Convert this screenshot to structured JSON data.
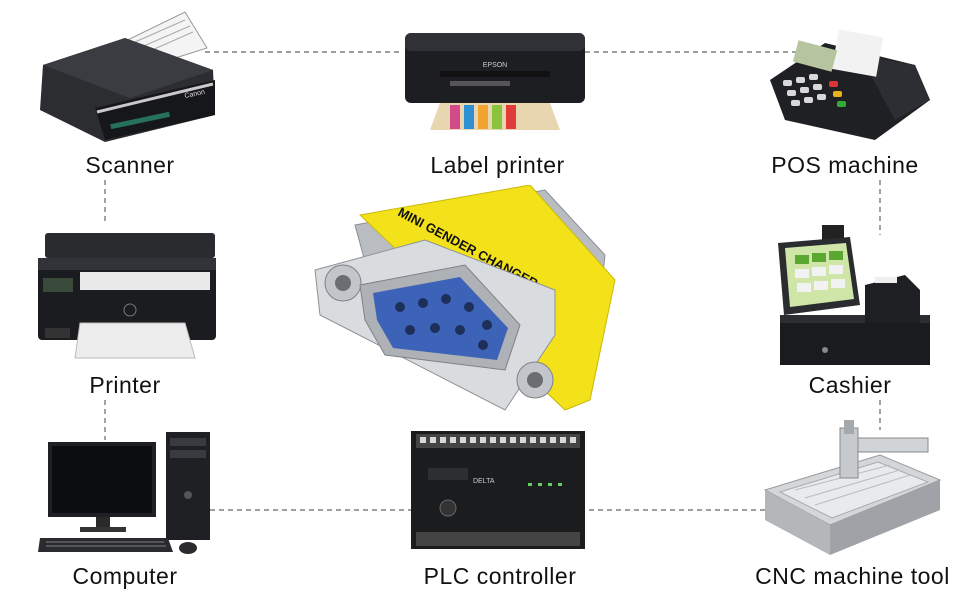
{
  "center": {
    "name": "gender-changer",
    "band_text": "MINI GENDER CHANGER",
    "colors": {
      "band": "#f3e21a",
      "shell": "#cfd3d8",
      "connector": "#3d63b8"
    }
  },
  "devices": {
    "scanner": {
      "label": "Scanner",
      "brand": "Canon"
    },
    "label_printer": {
      "label": "Label printer",
      "brand": "EPSON"
    },
    "pos_machine": {
      "label": "POS machine"
    },
    "printer": {
      "label": "Printer"
    },
    "cashier": {
      "label": "Cashier"
    },
    "computer": {
      "label": "Computer"
    },
    "plc_controller": {
      "label": "PLC controller",
      "brand": "DELTA"
    },
    "cnc_machine_tool": {
      "label": "CNC machine tool"
    }
  },
  "colors": {
    "line": "#666666",
    "text": "#111111"
  }
}
